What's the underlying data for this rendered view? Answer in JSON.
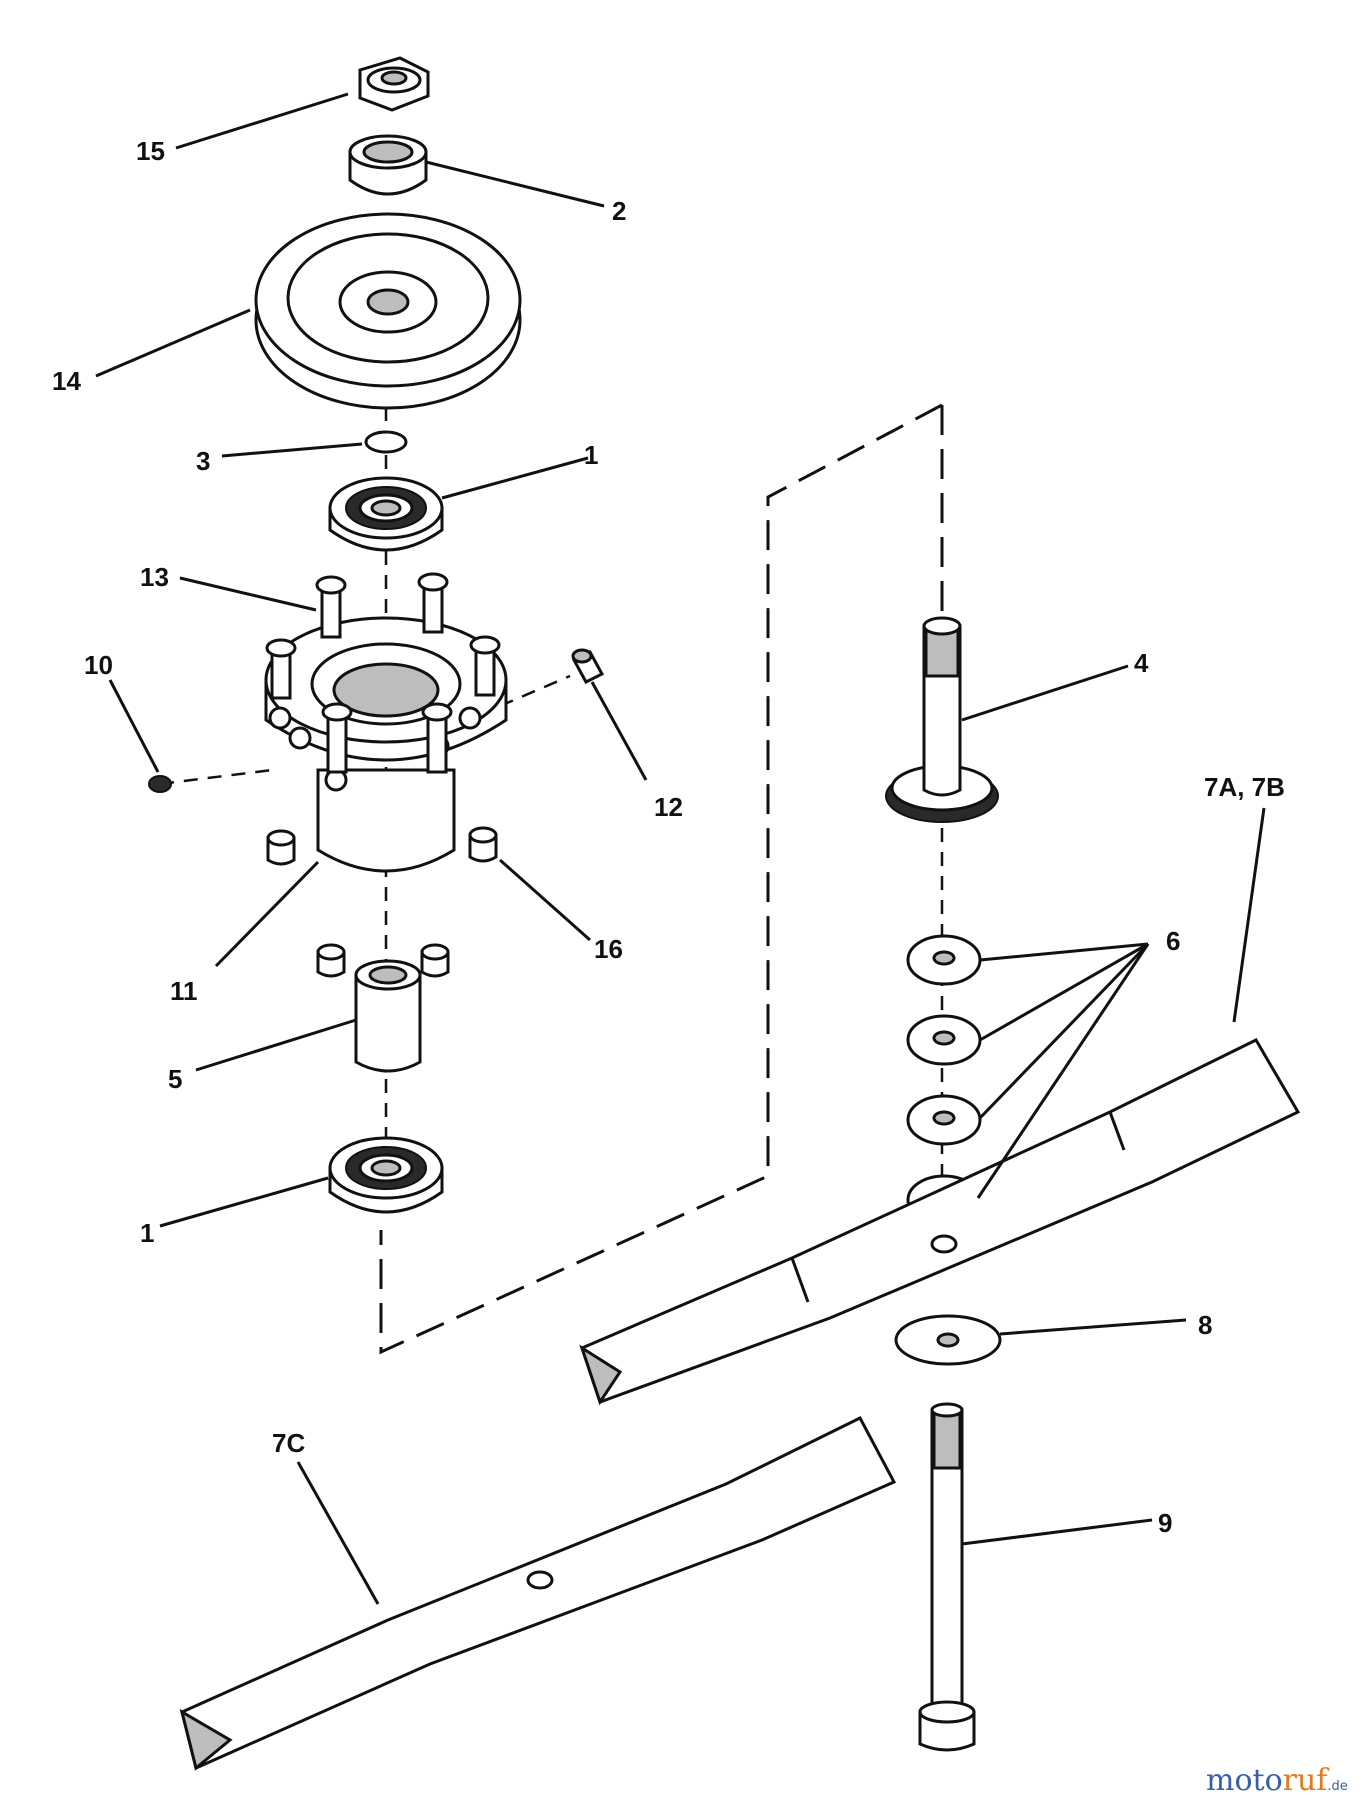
{
  "labels": {
    "p15": "15",
    "p2": "2",
    "p14": "14",
    "p3": "3",
    "p1_top": "1",
    "p13": "13",
    "p10": "10",
    "p12": "12",
    "p4": "4",
    "p7ab": "7A, 7B",
    "p11": "11",
    "p16": "16",
    "p6": "6",
    "p5": "5",
    "p1_bottom": "1",
    "p8": "8",
    "p7c": "7C",
    "p9": "9"
  },
  "watermark": {
    "part1": "moto",
    "part2": "ruf",
    "suffix": ".de"
  }
}
